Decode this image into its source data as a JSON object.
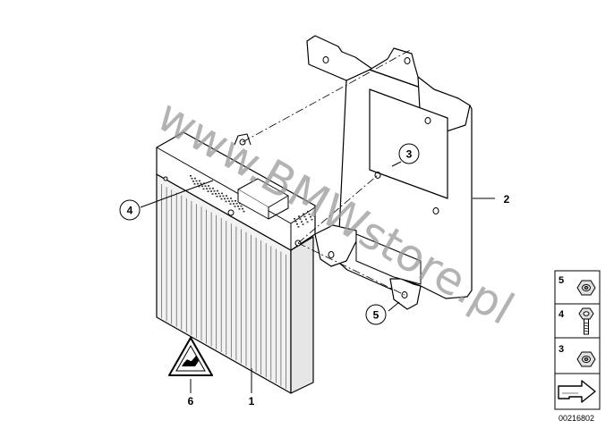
{
  "diagram": {
    "callouts": {
      "c1": "1",
      "c2": "2",
      "c3": "3",
      "c4": "4",
      "c5": "5",
      "c6": "6"
    },
    "legend": {
      "items": [
        {
          "number": "5",
          "part": "nut"
        },
        {
          "number": "4",
          "part": "hex-bolt"
        },
        {
          "number": "3",
          "part": "nut"
        }
      ]
    },
    "watermark": "www.BMWstore.pl",
    "diagram_id": "00216802"
  }
}
